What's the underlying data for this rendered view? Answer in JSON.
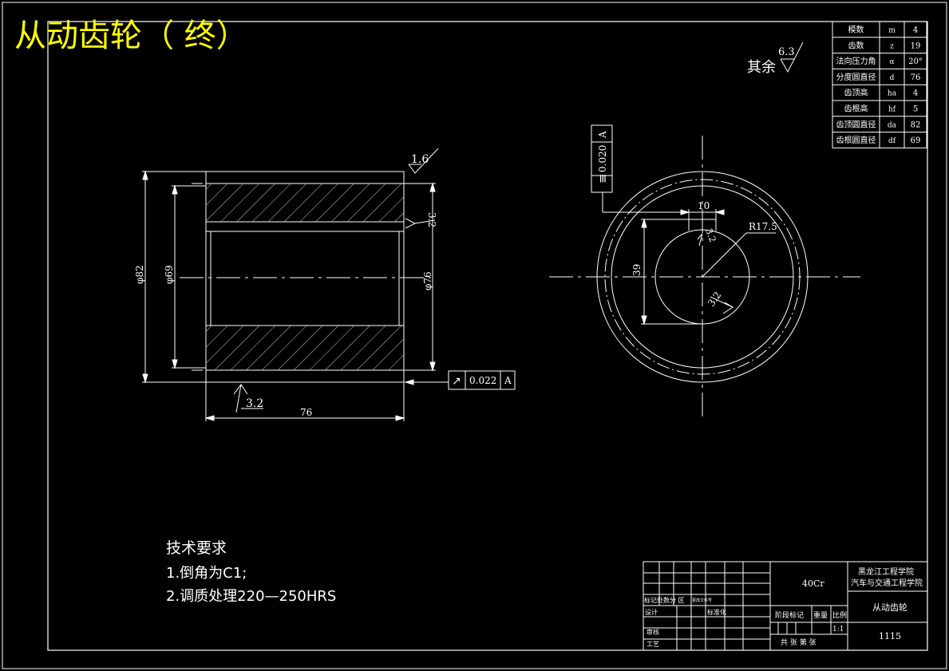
{
  "title": "从动齿轮（  终）",
  "colors": {
    "background": "#000000",
    "lines": "#ffffff",
    "title": "#ffff00"
  },
  "surface_finish": {
    "label": "其余",
    "value": "6.3"
  },
  "param_table": [
    {
      "name": "模数",
      "symbol": "m",
      "value": "4"
    },
    {
      "name": "齿数",
      "symbol": "z",
      "value": "19"
    },
    {
      "name": "法向压力角",
      "symbol": "α",
      "value": "20°"
    },
    {
      "name": "分度圆直径",
      "symbol": "d",
      "value": "76"
    },
    {
      "name": "齿顶高",
      "symbol": "ha",
      "value": "4"
    },
    {
      "name": "齿根高",
      "symbol": "hf",
      "value": "5"
    },
    {
      "name": "齿顶圆直径",
      "symbol": "da",
      "value": "82"
    },
    {
      "name": "齿根圆直径",
      "symbol": "df",
      "value": "69"
    }
  ],
  "section_view": {
    "dia_outer": "φ82",
    "dia_root": "φ69",
    "dia_pitch": "φ76",
    "roughness_top": "1.6",
    "roughness_side": "3.2",
    "roughness_bottom": "3.2",
    "tolerance_symbol": "↗",
    "tolerance_value": "0.022",
    "tolerance_datum": "A",
    "length": "76"
  },
  "end_view": {
    "keyway_width": "10",
    "bore_depth": "39",
    "bore_radius": "R17.5",
    "roughness_keyway": "3.2",
    "roughness_bore": "3.2",
    "symmetry_symbol": "≡",
    "symmetry_value": "0.020",
    "symmetry_datum": "A"
  },
  "tech_requirements": {
    "heading": "技术要求",
    "items": [
      "1.倒角为C1;",
      "2.调质处理220—250HRS"
    ]
  },
  "title_block": {
    "material": "40Cr",
    "school_line1": "黑龙江工程学院",
    "school_line2": "汽车与交通工程学院",
    "part_name": "从动齿轮",
    "drawing_no": "1115",
    "scale": "1:1",
    "labels": {
      "revision": "标记处数分 区",
      "change_doc": "更改文件号",
      "design": "设计",
      "standard": "标准化",
      "stage": "阶段标记",
      "weight": "重量",
      "ratio": "比例",
      "review": "审核",
      "process": "工艺",
      "sheets": "共 张 第 张"
    }
  }
}
